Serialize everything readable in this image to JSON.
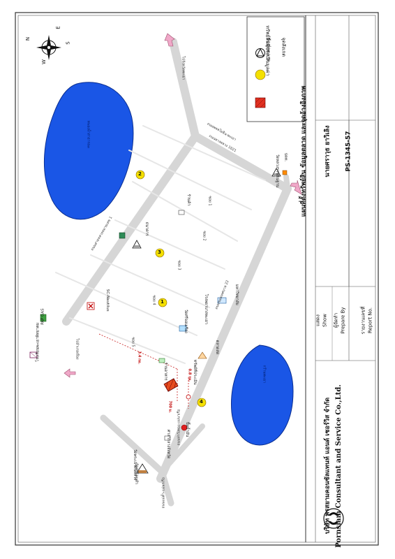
{
  "map": {
    "legend": {
      "subject": "ทรัพย์สินที่ประเมินมูลค่า",
      "comparable": "ข้อมูลตลาด",
      "reference": "จุดสังเกต"
    },
    "compass": [
      "N",
      "E",
      "S",
      "W"
    ],
    "roads": [
      "ไปจังหวัดพะเยา",
      "ถนนสายหลวงหมายเลข 1",
      "ถนนทางหลวง 1021",
      "ถนนซอยเทศบาล 22",
      "ถนนพหลโยธิน-พะเยา",
      "ไปอำเภอเมือง",
      "ถนนท่าวังทอง-แม่นาเรือ",
      "ถนนแม่ต๋ำ-แม่นาเรือ",
      "ซอย 1",
      "ซอย 2",
      "ซอย 3",
      "ซอย 4",
      "ซอย 5"
    ],
    "places": [
      "โรงเรียนพะเยาพิทยาคม",
      "PAP GAS",
      "SC-Nautilus",
      "ธนาคาร",
      "วัดศรีจอมเรือง",
      "โรงพยาบาลพะเยา",
      "มหาวิทยาลัย",
      "ตลาดสด",
      "วัดหลวงราชสัณฐาน",
      "ทรัพย์ที่ประเมิน",
      "ร้านค้า",
      "ร้านอาหาร",
      "ศาลากลางจังหวัด",
      "ปั๊มน้ำมัน",
      "วัดพระเจ้าตนหลวง",
      "วัดศรีโคมคำ",
      "ปตท."
    ],
    "lakes": [
      "หนองน้ำสาธารณะ",
      "กว๊านพะเยา"
    ],
    "comparables": [
      "1",
      "2",
      "3",
      "4"
    ],
    "distances": [
      "3.4 กม.",
      "0.8 กม.",
      "700 ม."
    ]
  },
  "title_block": {
    "company_th": "บริษัท พรสยามคอนซัลแทนท์ แอนด์ เซอร์วิส จำกัด",
    "company_en": "Pornsiam Consultant and Service Co.,Ltd.",
    "show_label_th": "แสดง",
    "show_label_en": "Show",
    "show_value": "แผนที่ตั้งทรัพย์สิน ข้อมูลตลาด และจุดอ้างอิงภาพ",
    "prepare_label_th": "ผู้จัดทำ",
    "prepare_label_en": "Prepare By",
    "prepare_value": "นายศราวุธ  ยาวิเลิง",
    "report_label_th": "รายงานเลขที่",
    "report_label_en": "Report No.",
    "report_value": "PS-1345-57"
  },
  "colors": {
    "lake": "#1a56e6",
    "road": "#dcdcdc",
    "arrow": "#f0a8c8",
    "comparable": "#f4e000",
    "subject": "#e64a1e"
  }
}
